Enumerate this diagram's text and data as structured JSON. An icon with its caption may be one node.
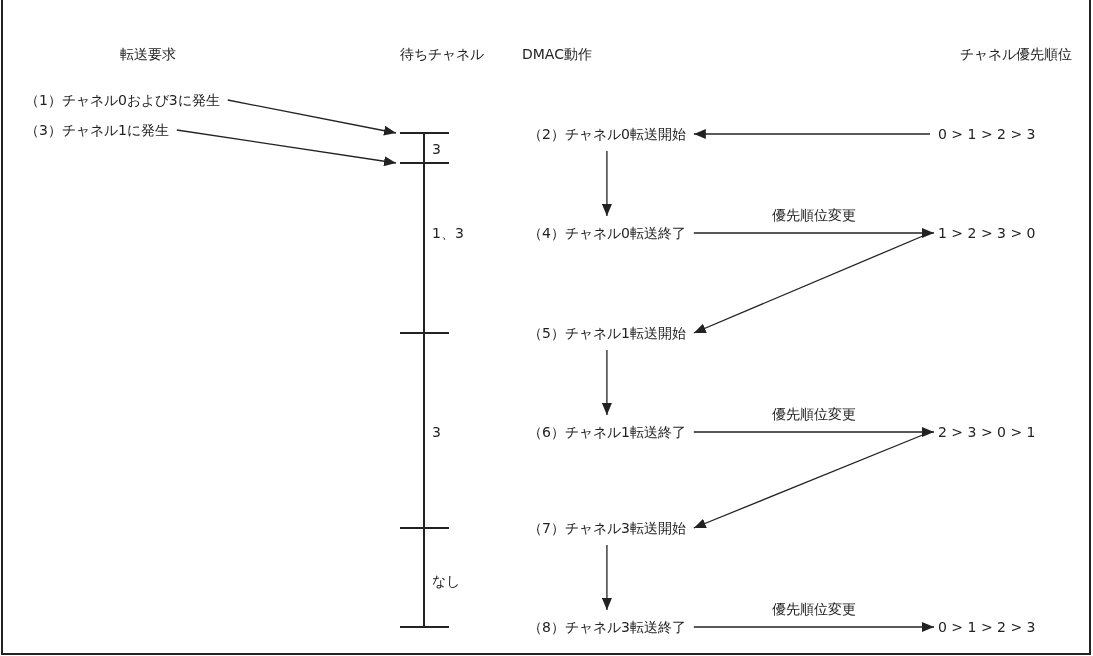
{
  "diagram": {
    "nodes": [
      {
        "text": [
          "（1）チャネル0および3に発生"
        ]
      },
      {
        "text": [
          "（3）チャネル1に発生"
        ]
      },
      {
        "text": [],
        "shape": "bar"
      },
      {
        "text": [],
        "shape": "bar"
      },
      {
        "text": [
          "（2）チャネル0転送開始"
        ]
      },
      {
        "text": [
          "（4）チャネル0転送終了"
        ]
      },
      {
        "text": [
          "（5）チャネル1転送開始"
        ]
      },
      {
        "text": [
          "（6）チャネル1転送終了"
        ]
      },
      {
        "text": [
          "（7）チャネル3転送開始"
        ]
      },
      {
        "text": [
          "（8）チャネル3転送終了"
        ]
      },
      {
        "text": [
          "0 > 1 > 2 > 3"
        ]
      },
      {
        "text": [
          "1 > 2 > 3 > 0"
        ]
      },
      {
        "text": [
          "2 > 3 > 0 > 1"
        ]
      },
      {
        "text": [
          "0 > 1 > 2 > 3"
        ]
      }
    ],
    "edges": [
      {
        "from": 0,
        "to": 2,
        "arrow": "to"
      },
      {
        "from": 1,
        "to": 3,
        "arrow": "to"
      },
      {
        "from": 10,
        "to": 4,
        "arrow": "to"
      },
      {
        "from": 4,
        "to": 5,
        "arrow": "to"
      },
      {
        "from": 5,
        "to": 11,
        "arrow": "to",
        "label": "優先順位変更"
      },
      {
        "from": 11,
        "to": 6,
        "arrow": "to"
      },
      {
        "from": 6,
        "to": 7,
        "arrow": "to"
      },
      {
        "from": 7,
        "to": 12,
        "arrow": "to",
        "label": "優先順位変更"
      },
      {
        "from": 12,
        "to": 8,
        "arrow": "to"
      },
      {
        "from": 8,
        "to": 9,
        "arrow": "to"
      },
      {
        "from": 9,
        "to": 13,
        "arrow": "to",
        "label": "優先順位変更"
      }
    ],
    "labels": [
      "転送要求",
      "待ちチャネル",
      "DMAC動作",
      "チャネル優先順位",
      "3",
      "1、3",
      "3",
      "なし"
    ]
  }
}
